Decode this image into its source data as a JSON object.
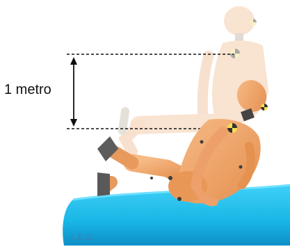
{
  "measurement": {
    "label": "1 metro"
  },
  "credit": {
    "text": "L.E.S."
  },
  "colors": {
    "dummy_skin": "#f0a66a",
    "dummy_skin_light": "#f8d9c2",
    "mat": "#19b6e6",
    "mat_dark": "#0d8fc7",
    "joint": "#3d3d3d"
  },
  "icons": [
    "crash-test-dummy-upright",
    "crash-test-dummy-falling",
    "calibration-target-icon",
    "arrow-double-icon",
    "landing-mat"
  ]
}
